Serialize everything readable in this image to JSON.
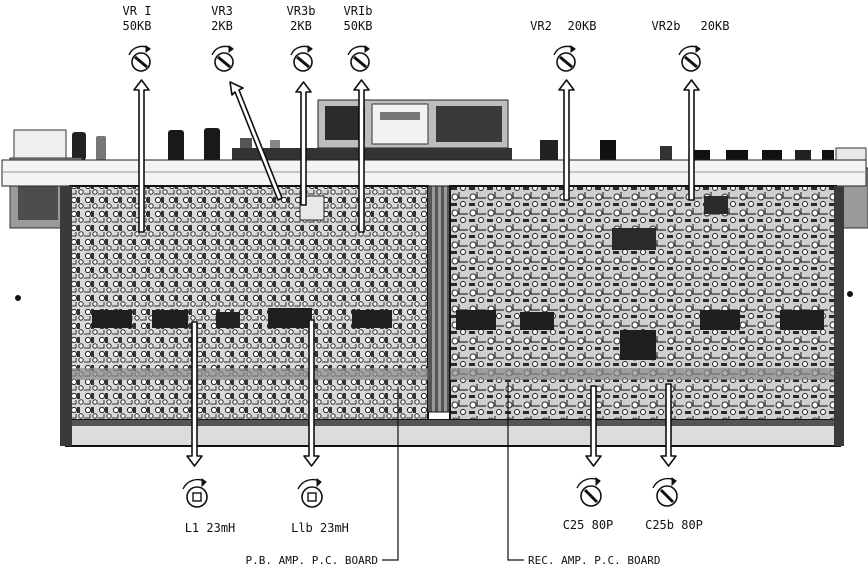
{
  "top_labels": {
    "vr1": {
      "name": "VR I",
      "value": "50KB"
    },
    "vr3": {
      "name": "VR3",
      "value": "2KB"
    },
    "vr3b": {
      "name": "VR3b",
      "value": "2KB"
    },
    "vr1b": {
      "name": "VRIb",
      "value": "50KB"
    },
    "vr2": {
      "name": "VR2",
      "value": "20KB"
    },
    "vr2b": {
      "name": "VR2b",
      "value": "20KB"
    }
  },
  "bottom_labels": {
    "l1": "L1 23mH",
    "l1b": "Llb 23mH",
    "c25": "C25 80P",
    "c25b": "C25b 80P"
  },
  "board_labels": {
    "pb": "P.B. AMP. P.C. BOARD",
    "rec": "REC. AMP. P.C. BOARD"
  },
  "colors": {
    "ink": "#111111",
    "board_dark": "#1c1c1c",
    "board_mid": "#6b6b6b",
    "board_light": "#cfcfcf",
    "paper": "#ffffff"
  },
  "icons": {
    "trimmer": "slotted-screw-with-rotation-arrow",
    "coil": "ferrite-core-with-rotation-arrow"
  }
}
